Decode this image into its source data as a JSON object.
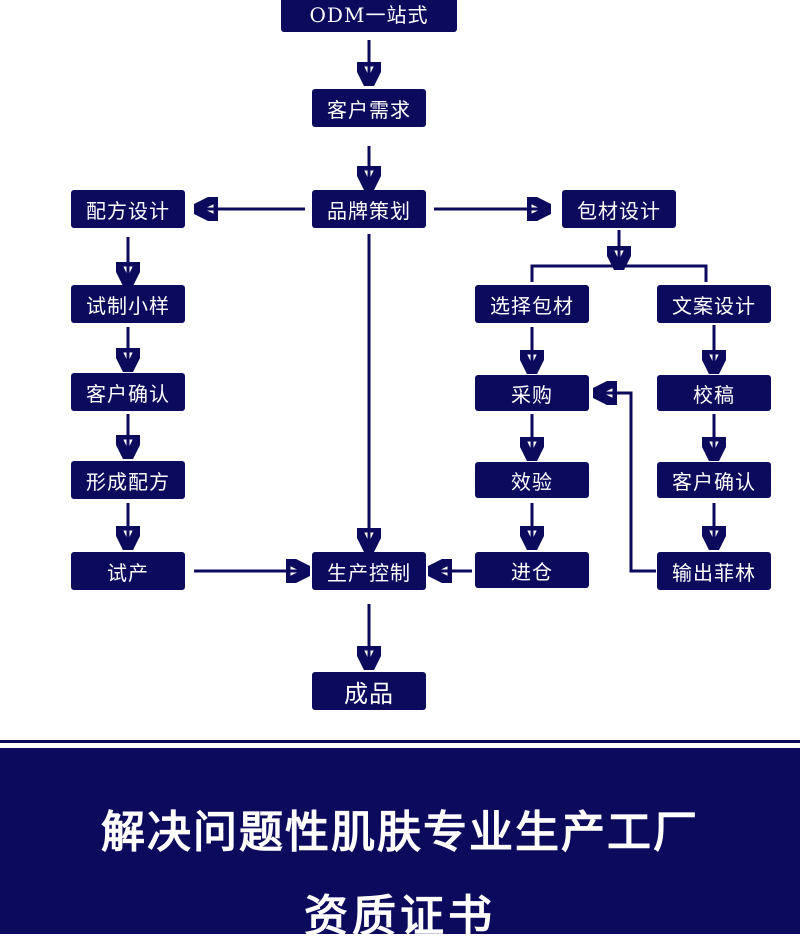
{
  "nodes": {
    "odm": "ODM一站式",
    "customer_req": "客户需求",
    "brand_plan": "品牌策划",
    "formula_design": "配方设计",
    "pack_design": "包材设计",
    "trial_sample": "试制小样",
    "customer_confirm_left": "客户确认",
    "form_formula": "形成配方",
    "trial_prod": "试产",
    "prod_control": "生产控制",
    "finished": "成品",
    "select_pack": "选择包材",
    "copy_design": "文案设计",
    "purchase": "采购",
    "proof": "校稿",
    "verify": "效验",
    "customer_confirm_right": "客户确认",
    "warehouse": "进仓",
    "output_film": "输出菲林"
  },
  "footer": {
    "line1": "解决问题性肌肤专业生产工厂",
    "line2": "资质证书"
  },
  "colors": {
    "navy": "#0b0a5c",
    "text": "#ffffff"
  }
}
